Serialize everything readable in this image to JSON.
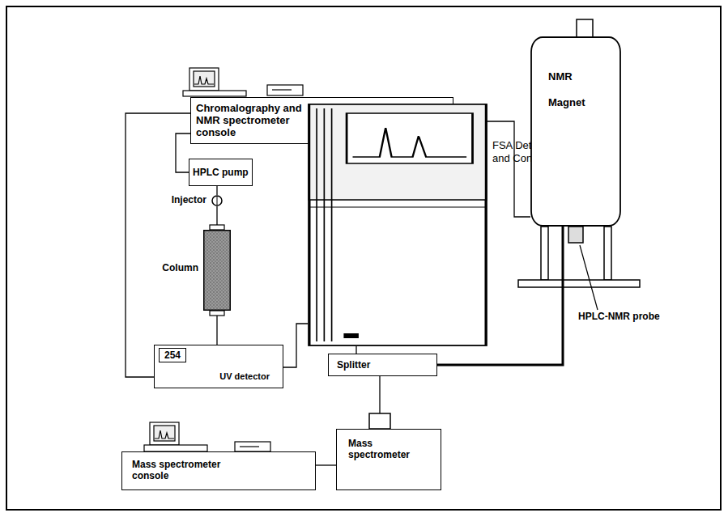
{
  "diagram": {
    "nodes": [
      {
        "text": [
          "Chromalography and NMR spectrometer console"
        ]
      },
      {
        "text": [
          "HPLC pump"
        ]
      },
      {
        "text": [
          "Injector"
        ]
      },
      {
        "text": [
          "Column"
        ]
      },
      {
        "text": [
          "FSA Detector and Console"
        ]
      },
      {
        "text": [
          "NMR Magnet"
        ]
      },
      {
        "text": [
          "254",
          "UV detector"
        ]
      },
      {
        "text": [
          "Splitter"
        ]
      },
      {
        "text": [
          "Mass spectrometer console"
        ]
      },
      {
        "text": [
          "Mass spectrometer"
        ]
      }
    ],
    "edges": [
      {
        "from": 0,
        "to": 1,
        "arrow": "none"
      },
      {
        "from": 0,
        "to": 6,
        "arrow": "none"
      },
      {
        "from": 0,
        "to": 5,
        "arrow": "none"
      },
      {
        "from": 1,
        "to": 2,
        "arrow": "none"
      },
      {
        "from": 2,
        "to": 3,
        "arrow": "none"
      },
      {
        "from": 3,
        "to": 6,
        "arrow": "none"
      },
      {
        "from": 6,
        "to": 4,
        "arrow": "none"
      },
      {
        "from": 4,
        "to": 7,
        "arrow": "none"
      },
      {
        "from": 7,
        "to": 5,
        "arrow": "none"
      },
      {
        "from": 7,
        "to": 9,
        "arrow": "none"
      },
      {
        "from": 9,
        "to": 8,
        "arrow": "none"
      }
    ],
    "labels": [
      "HPLC-NMR probe"
    ]
  }
}
